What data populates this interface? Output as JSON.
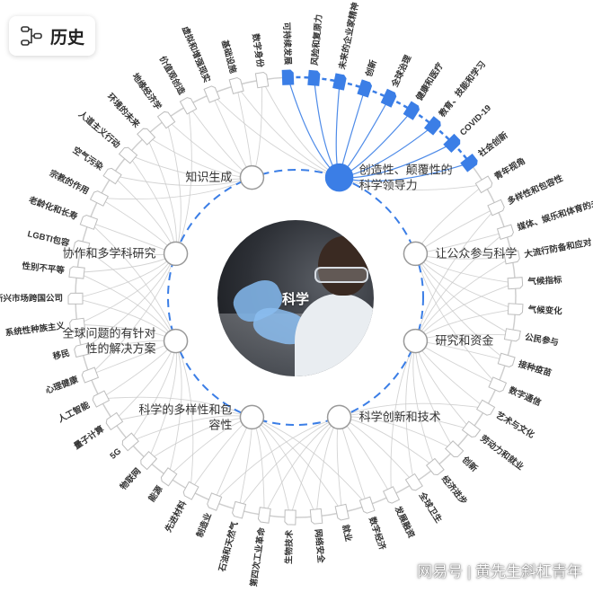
{
  "header": {
    "history_label": "历史",
    "history_icon": "flow-icon"
  },
  "center": {
    "label": "科学"
  },
  "colors": {
    "accent": "#3b7ee6",
    "connector": "#c8c8c8",
    "text": "#333333",
    "dashed_ring": "#3b7ee6"
  },
  "inner_nodes": [
    {
      "label": "创造性、颠覆性的科学领导力",
      "highlighted": true
    },
    {
      "label": "让公众参与科学",
      "highlighted": false
    },
    {
      "label": "研究和资金",
      "highlighted": false
    },
    {
      "label": "科学创新和技术",
      "highlighted": false
    },
    {
      "label": "科学的多样性和包容性",
      "highlighted": false
    },
    {
      "label": "全球问题的有针对性的解决方案",
      "highlighted": false
    },
    {
      "label": "协作和多学科研究",
      "highlighted": false
    },
    {
      "label": "知识生成",
      "highlighted": false
    }
  ],
  "outer_nodes": [
    {
      "label": "可持续发展",
      "highlighted": true
    },
    {
      "label": "风险和复原力",
      "highlighted": true
    },
    {
      "label": "未来的企业家精神",
      "highlighted": true
    },
    {
      "label": "创新",
      "highlighted": true
    },
    {
      "label": "全球治理",
      "highlighted": true
    },
    {
      "label": "健康和医疗",
      "highlighted": true
    },
    {
      "label": "教育、技能和学习",
      "highlighted": true
    },
    {
      "label": "COVID-19",
      "highlighted": true
    },
    {
      "label": "社会创新",
      "highlighted": true
    },
    {
      "label": "青年视角",
      "highlighted": false
    },
    {
      "label": "多样性和包容性",
      "highlighted": false
    },
    {
      "label": "媒体、娱乐和体育的未来",
      "highlighted": false
    },
    {
      "label": "大流行防备和应对",
      "highlighted": false
    },
    {
      "label": "气候指标",
      "highlighted": false
    },
    {
      "label": "气候变化",
      "highlighted": false
    },
    {
      "label": "公民参与",
      "highlighted": false
    },
    {
      "label": "接种疫苗",
      "highlighted": false
    },
    {
      "label": "数字通信",
      "highlighted": false
    },
    {
      "label": "艺术与文化",
      "highlighted": false
    },
    {
      "label": "劳动力和就业",
      "highlighted": false
    },
    {
      "label": "创新",
      "highlighted": false
    },
    {
      "label": "经济进步",
      "highlighted": false
    },
    {
      "label": "全球卫生",
      "highlighted": false
    },
    {
      "label": "发展融资",
      "highlighted": false
    },
    {
      "label": "数字经济",
      "highlighted": false
    },
    {
      "label": "就业",
      "highlighted": false
    },
    {
      "label": "网络安全",
      "highlighted": false
    },
    {
      "label": "生物技术",
      "highlighted": false
    },
    {
      "label": "第四次工业革命",
      "highlighted": false
    },
    {
      "label": "石油和天然气",
      "highlighted": false
    },
    {
      "label": "制造业",
      "highlighted": false
    },
    {
      "label": "先进材料",
      "highlighted": false
    },
    {
      "label": "能源",
      "highlighted": false
    },
    {
      "label": "物联网",
      "highlighted": false
    },
    {
      "label": "5G",
      "highlighted": false
    },
    {
      "label": "量子计算",
      "highlighted": false
    },
    {
      "label": "人工智能",
      "highlighted": false
    },
    {
      "label": "心理健康",
      "highlighted": false
    },
    {
      "label": "移民",
      "highlighted": false
    },
    {
      "label": "系统性种族主义",
      "highlighted": false
    },
    {
      "label": "新兴市场跨国公司",
      "highlighted": false
    },
    {
      "label": "性别不平等",
      "highlighted": false
    },
    {
      "label": "LGBTI包容",
      "highlighted": false
    },
    {
      "label": "老龄化和长寿",
      "highlighted": false
    },
    {
      "label": "宗教的作用",
      "highlighted": false
    },
    {
      "label": "空气污染",
      "highlighted": false
    },
    {
      "label": "人道主义行动",
      "highlighted": false
    },
    {
      "label": "环境的未来",
      "highlighted": false
    },
    {
      "label": "地缘经济学",
      "highlighted": false
    },
    {
      "label": "价值观创造",
      "highlighted": false
    },
    {
      "label": "虚拟和增强现实",
      "highlighted": false
    },
    {
      "label": "基础设施",
      "highlighted": false
    },
    {
      "label": "数字身份",
      "highlighted": false
    }
  ],
  "watermark": "网易号 | 黄先生斜杠青年"
}
